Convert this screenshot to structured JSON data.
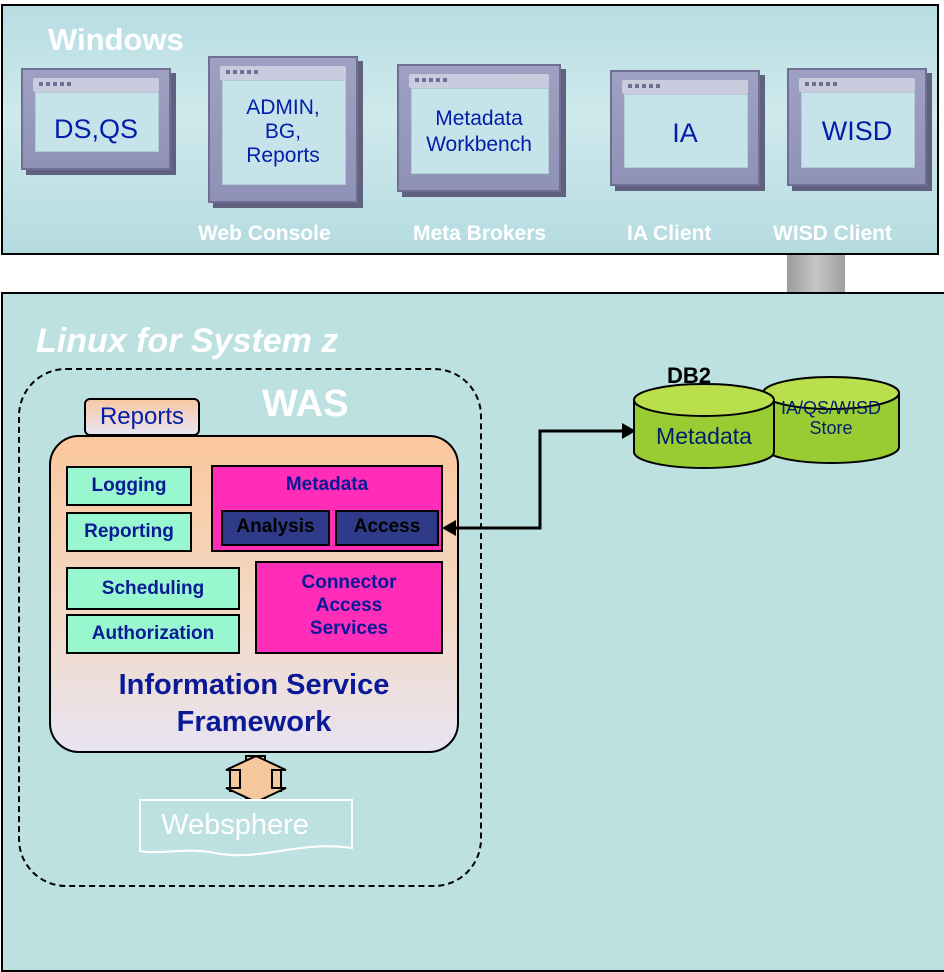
{
  "windows": {
    "title": "Windows",
    "apps": [
      {
        "label": "DS,QS"
      },
      {
        "label": "ADMIN, BG, Reports"
      },
      {
        "label": "Metadata Workbench"
      },
      {
        "label": "IA"
      },
      {
        "label": "WISD"
      }
    ],
    "captions": [
      "Web Console",
      "Meta Brokers",
      "IA Client",
      "WISD Client"
    ]
  },
  "linux": {
    "title": "Linux for System z",
    "was": {
      "title": "WAS",
      "reports_tab": "Reports",
      "framework": {
        "title_line1": "Information Service",
        "title_line2": "Framework",
        "services": {
          "logging": "Logging",
          "reporting": "Reporting",
          "scheduling": "Scheduling",
          "authorization": "Authorization"
        },
        "metadata": {
          "title": "Metadata",
          "analysis": "Analysis",
          "access": "Access"
        },
        "connector": {
          "line1": "Connector",
          "line2": "Access",
          "line3": "Services"
        }
      },
      "websphere": "Websphere"
    },
    "db2": {
      "title": "DB2",
      "metadata_store": "Metadata",
      "ia_store_line1": "IA/QS/WISD",
      "ia_store_line2": "Store"
    }
  },
  "colors": {
    "windows_panel": "#cfe9ec",
    "linux_panel": "#bde0e0",
    "service_green": "#99f7cf",
    "metadata_magenta": "#ff2db7",
    "dark_button": "#2f3b88",
    "db_cylinder": "#9acd32",
    "framework_peach": "#fbc79d",
    "text_blue": "#0a1a96"
  }
}
